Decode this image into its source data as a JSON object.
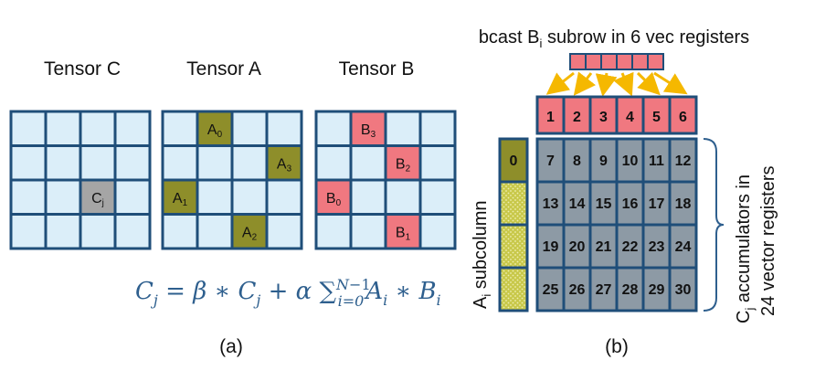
{
  "panel_a": {
    "tensor_c": {
      "title": "Tensor C",
      "cells": {
        "2,2": "Cj"
      }
    },
    "tensor_a": {
      "title": "Tensor A",
      "cells": {
        "0,1": "A0",
        "1,3": "A3",
        "2,0": "A1",
        "3,2": "A2"
      }
    },
    "tensor_b": {
      "title": "Tensor B",
      "cells": {
        "0,1": "B3",
        "1,2": "B2",
        "2,0": "B0",
        "3,2": "B1"
      }
    },
    "formula": "Cj = β ∗ Cj + α ∑ Ai ∗ Bi",
    "caption": "(a)"
  },
  "panel_b": {
    "bcast_label": "bcast Bi subrow in 6 vec registers",
    "b_row": [
      "1",
      "2",
      "3",
      "4",
      "5",
      "6"
    ],
    "a_col_label": "Ai subcolumn",
    "a_col": [
      "0",
      "",
      "",
      ""
    ],
    "accumulators": [
      [
        "7",
        "8",
        "9",
        "10",
        "11",
        "12"
      ],
      [
        "13",
        "14",
        "15",
        "16",
        "17",
        "18"
      ],
      [
        "19",
        "20",
        "21",
        "22",
        "23",
        "24"
      ],
      [
        "25",
        "26",
        "27",
        "28",
        "29",
        "30"
      ]
    ],
    "acc_label_line1": "Cj accumulators in",
    "acc_label_line2": "24 vector registers",
    "caption": "(b)"
  },
  "colors": {
    "grid_fill": "#dbeef9",
    "grid_stroke": "#1f4e79",
    "olive": "#8e8e2a",
    "pink": "#f07880",
    "gray": "#a5a5a5",
    "acc_fill": "#8d9aa5",
    "arrow": "#f5b800",
    "formula": "#2e5f8e"
  }
}
